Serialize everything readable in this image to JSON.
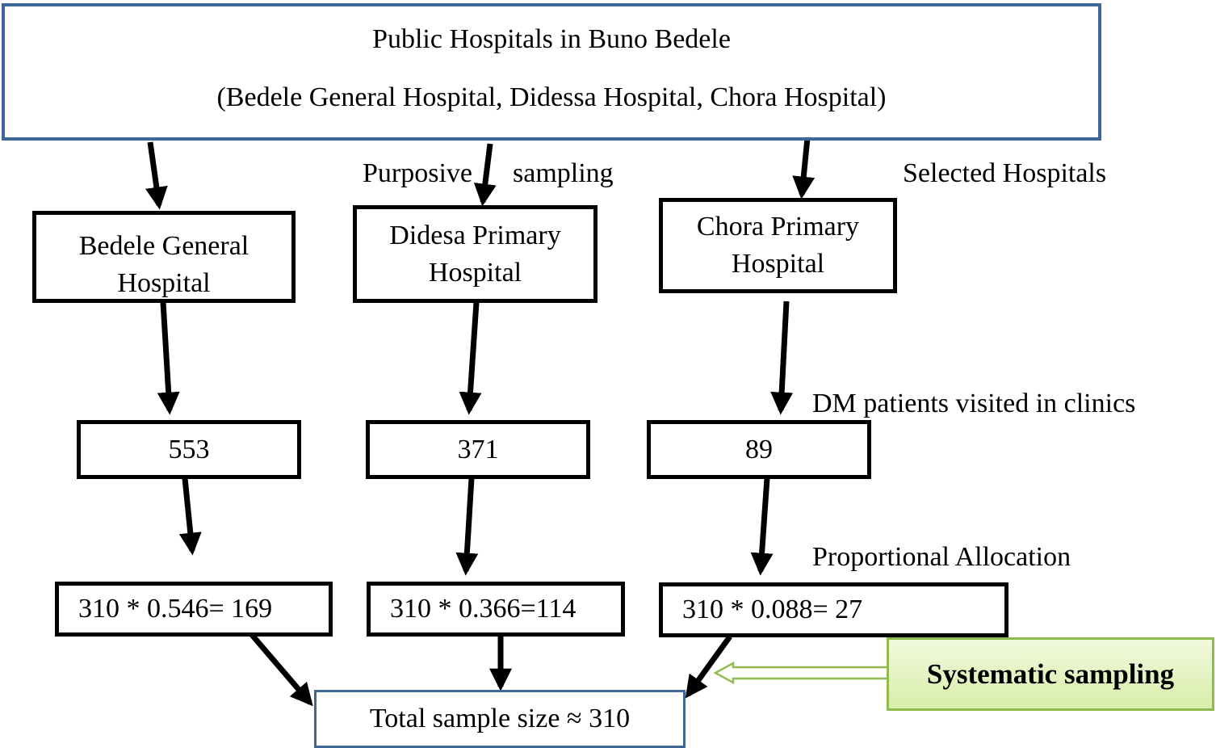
{
  "top_box": {
    "line1": "Public Hospitals in Buno Bedele",
    "line2": "(Bedele General Hospital, Didessa Hospital, Chora Hospital)"
  },
  "labels": {
    "purposive_a": "Purposive",
    "purposive_b": "sampling",
    "selected": "Selected Hospitals",
    "dm_patients": "DM patients visited in clinics",
    "proportional": "Proportional Allocation"
  },
  "hospitals": [
    {
      "line1": "Bedele General",
      "line2": "Hospital"
    },
    {
      "line1": "Didesa Primary",
      "line2": "Hospital"
    },
    {
      "line1": "Chora Primary",
      "line2": "Hospital"
    }
  ],
  "patient_counts": [
    "553",
    "371",
    "89"
  ],
  "allocations": [
    "310 * 0.546= 169",
    "310 * 0.366=114",
    "310 * 0.088= 27"
  ],
  "total": "Total sample size ≈ 310",
  "systematic": "Systematic sampling",
  "colors": {
    "box_border": "#000000",
    "top_border": "#3d6796",
    "green_border": "#92bb4f",
    "green_fill": "#e3f2c0"
  }
}
